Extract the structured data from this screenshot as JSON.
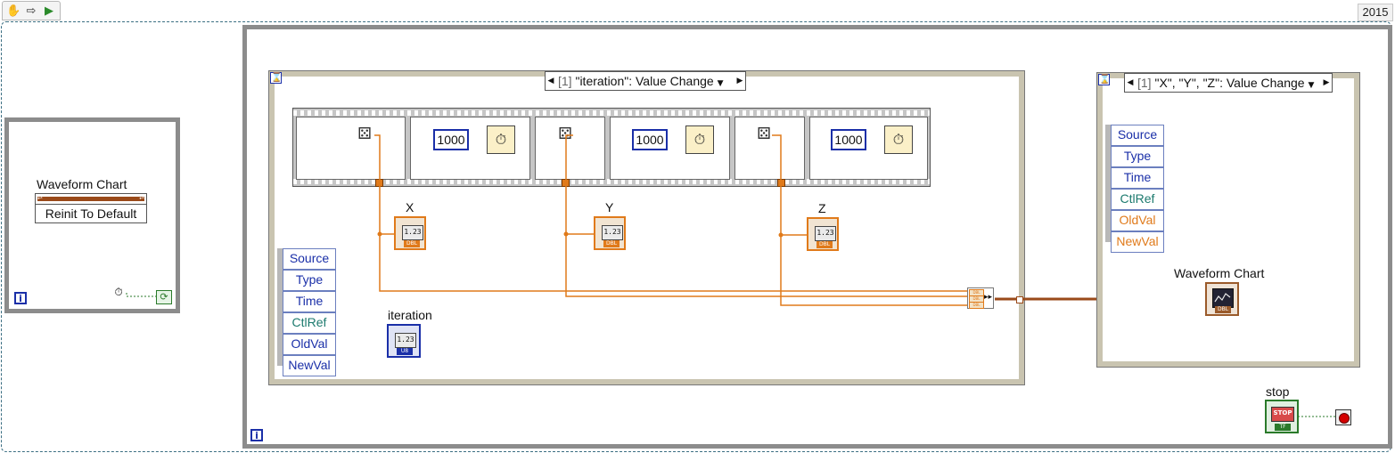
{
  "version": "2015",
  "left_frame": {
    "chart_label": "Waveform Chart",
    "method": "Reinit To Default"
  },
  "event_left": {
    "selector": {
      "index": "[1]",
      "event": "\"iteration\": Value Change"
    },
    "data_items": [
      "Source",
      "Type",
      "Time",
      "CtlRef",
      "OldVal",
      "NewVal"
    ],
    "constants": [
      "1000",
      "1000",
      "1000"
    ],
    "indicators": [
      {
        "label": "X",
        "num": "1.23",
        "type": "DBL"
      },
      {
        "label": "Y",
        "num": "1.23",
        "type": "DBL"
      },
      {
        "label": "Z",
        "num": "1.23",
        "type": "DBL"
      }
    ],
    "iteration": {
      "label": "iteration",
      "num": "1.23",
      "type": "U8"
    },
    "bundle_tags": [
      "DBL",
      "DBL",
      "DBL"
    ]
  },
  "event_right": {
    "selector": {
      "index": "[1]",
      "event": "\"X\", \"Y\", \"Z\": Value Change"
    },
    "data_items": [
      "Source",
      "Type",
      "Time",
      "CtlRef",
      "OldVal",
      "NewVal"
    ],
    "chart_label": "Waveform Chart",
    "chart_tag": "DBL"
  },
  "stop": {
    "label": "stop",
    "button": "STOP",
    "type": "TF"
  },
  "colors": {
    "numeric_wire": "#e07a1a",
    "cluster_wire": "#9a4a1a",
    "bool_wire": "#2a7a2a",
    "blue": "#1a2fa8"
  },
  "icons": [
    "hand-icon",
    "arrow-icon",
    "run-icon",
    "dice-icon",
    "wait-icon",
    "clock-icon",
    "event-timeout-icon",
    "info-icon"
  ]
}
